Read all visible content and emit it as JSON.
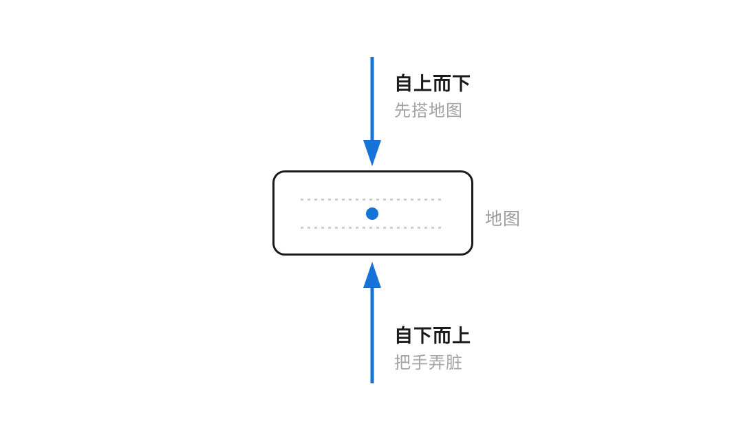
{
  "diagram": {
    "top_flow": {
      "direction": "down",
      "title": "自上而下",
      "subtitle": "先搭地图"
    },
    "bottom_flow": {
      "direction": "up",
      "title": "自下而上",
      "subtitle": "把手弄脏"
    },
    "box": {
      "label": "地图"
    },
    "colors": {
      "arrow": "#1673d8",
      "dot": "#1673d8",
      "box_border": "#1a1a1a",
      "title_text": "#1a1a1a",
      "subtitle_text": "#a3a3a3",
      "dash": "#cfcfcf",
      "background": "#ffffff"
    }
  }
}
